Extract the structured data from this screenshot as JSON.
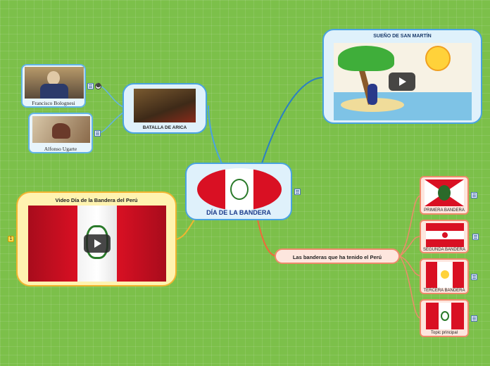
{
  "central": {
    "title": "DÍA DE LA BANDERA"
  },
  "batalla": {
    "title": "BATALLA DE ARICA"
  },
  "bolognesi": {
    "name": "Francisco Bolognesi"
  },
  "ugarte": {
    "name": "Alfonso Ugarte"
  },
  "sanmartin": {
    "title": "SUEÑO DE SAN MARTÍN"
  },
  "video": {
    "title": "Video Día de la Bandera del Perú",
    "badge": "1"
  },
  "banderas": {
    "title": "Las banderas que ha tenido el Perú",
    "items": [
      {
        "label": "PRIMERA BANDERA"
      },
      {
        "label": "SEGUNDA BANDERA"
      },
      {
        "label": "TERCERA BANDERA"
      },
      {
        "label": "Topic principal"
      }
    ]
  },
  "colors": {
    "peru_red": "#d91023",
    "blue_border": "#4aa3df",
    "yellow_border": "#f2b530",
    "red_border": "#ee8a6a",
    "background": "#7cc04a"
  }
}
